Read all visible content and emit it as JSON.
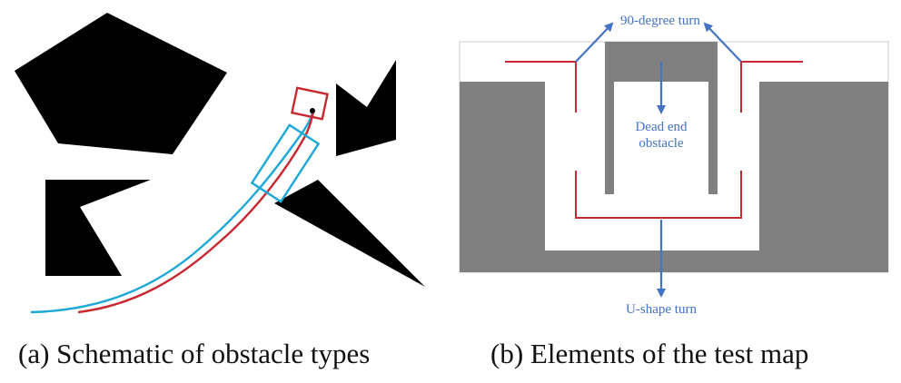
{
  "figure": {
    "panel_a": {
      "caption": "(a)  Schematic of obstacle types"
    },
    "panel_b": {
      "caption": "(b)  Elements of the test map",
      "annotations": {
        "turn_90": "90-degree turn",
        "dead_end_line1": "Dead end",
        "dead_end_line2": "obstacle",
        "u_turn": "U-shape turn"
      }
    }
  },
  "colors": {
    "obstacle": "#000000",
    "map_wall": "#808080",
    "path_red": "#c8282f",
    "path_blue": "#1da8d8",
    "annotation": "#4472c4"
  }
}
